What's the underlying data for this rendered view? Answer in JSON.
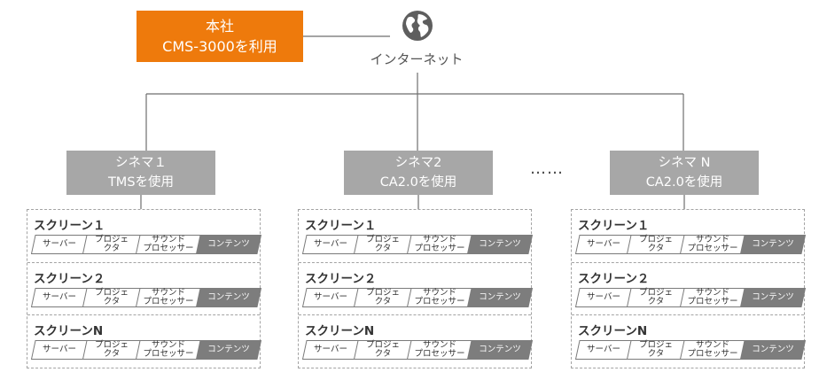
{
  "hq": {
    "line1": "本社",
    "line2": "CMS-3000を利用"
  },
  "internet": {
    "label": "インターネット",
    "icon": "globe-icon"
  },
  "cinemas": [
    {
      "name": "シネマ１",
      "system": "TMSを使用"
    },
    {
      "name": "シネマ2",
      "system": "CA2.0を使用"
    },
    {
      "name": "シネマ N",
      "system": "CA2.0を使用"
    }
  ],
  "ellipsis": "……",
  "screens": [
    "スクリーン１",
    "スクリーン２",
    "スクリーンN"
  ],
  "devices": {
    "server": "サーバー",
    "projector_line1": "プロジェ",
    "projector_line2": "クタ",
    "sound_line1": "サウンド",
    "sound_line2": "プロセッサー",
    "content": "コンテンツ"
  },
  "colors": {
    "hq": "#ee7a0c",
    "cinema": "#a7a7a7",
    "content_chip": "#7d7d7d",
    "lines": "#6e6e6e",
    "dashed_border": "#a3a3a3"
  }
}
